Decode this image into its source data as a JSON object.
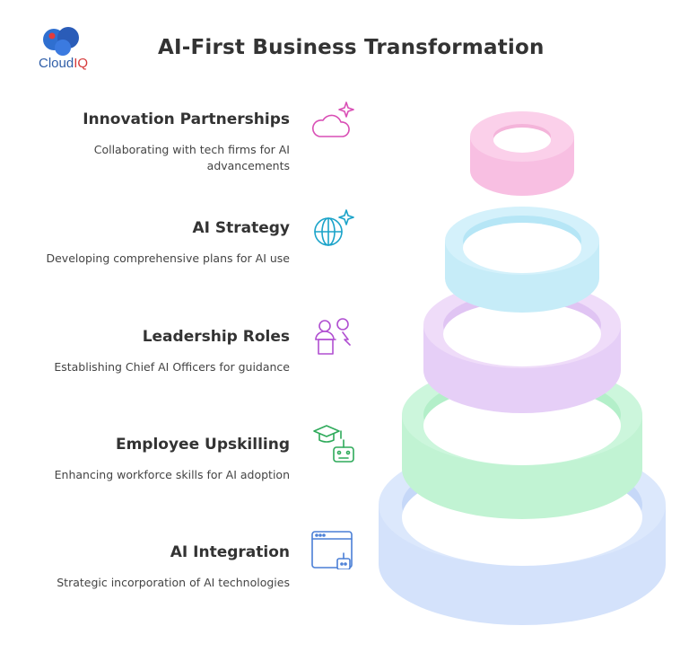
{
  "logo": {
    "text_main": "Cloud",
    "text_accent": "IQ"
  },
  "title": "AI-First Business Transformation",
  "items": [
    {
      "title": "Innovation Partnerships",
      "desc": "Collaborating with tech firms for AI advancements",
      "icon": "cloud-sparkle-icon",
      "color": "#d94fb5"
    },
    {
      "title": "AI Strategy",
      "desc": "Developing comprehensive plans for AI use",
      "icon": "globe-sparkle-icon",
      "color": "#1aa3c9"
    },
    {
      "title": "Leadership Roles",
      "desc": "Establishing Chief AI Officers for guidance",
      "icon": "leader-podium-icon",
      "color": "#b04fd1"
    },
    {
      "title": "Employee Upskilling",
      "desc": "Enhancing workforce skills for AI adoption",
      "icon": "graduation-robot-icon",
      "color": "#2eaa5a"
    },
    {
      "title": "AI Integration",
      "desc": "Strategic incorporation of AI technologies",
      "icon": "browser-robot-icon",
      "color": "#4a7fd6"
    }
  ],
  "rings": {
    "colors": [
      "#f9c9e6",
      "#cfeffa",
      "#ecd8f8",
      "#c9f5d9",
      "#d9e6fb"
    ],
    "edge_colors": [
      "#f4b4da",
      "#b6e6f6",
      "#e0c4f3",
      "#b3efc9",
      "#c6d8f8"
    ]
  }
}
